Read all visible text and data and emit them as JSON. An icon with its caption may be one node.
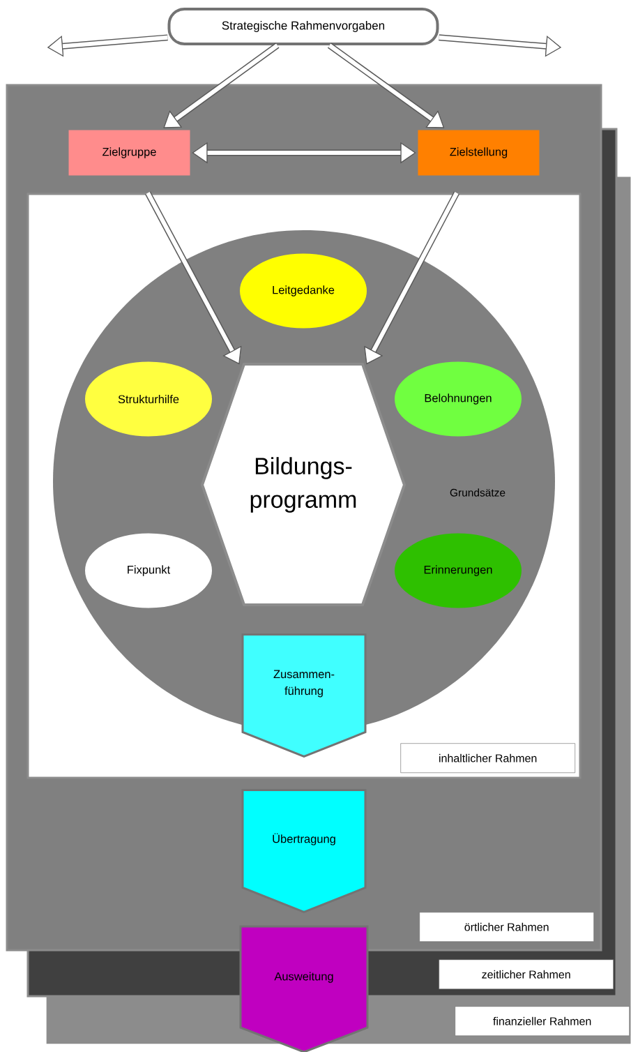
{
  "diagram": {
    "nodes": [
      {
        "text": [
          "Strategische Rahmenvorgaben"
        ]
      },
      {
        "text": [
          "finanzieller Rahmen"
        ]
      },
      {
        "text": [
          "zeitlicher Rahmen"
        ]
      },
      {
        "text": [
          "örtlicher Rahmen"
        ]
      },
      {
        "text": [
          "Zielgruppe"
        ],
        "in": 3
      },
      {
        "text": [
          "Zielstellung"
        ],
        "in": 3
      },
      {
        "text": [
          "inhaltlicher Rahmen"
        ],
        "in": 3
      },
      {
        "text": [
          "Grundsätze"
        ],
        "in": 6
      },
      {
        "text": [
          "Leitgedanke"
        ],
        "in": 7
      },
      {
        "text": [
          "Strukturhilfe"
        ],
        "in": 7
      },
      {
        "text": [
          "Belohnungen"
        ],
        "in": 7
      },
      {
        "text": [
          "Fixpunkt"
        ],
        "in": 7
      },
      {
        "text": [
          "Erinnerungen"
        ],
        "in": 7
      },
      {
        "text": [
          "Bildungs- programm"
        ],
        "in": 7
      },
      {
        "text": [
          "Zusammen- führung"
        ],
        "in": 6
      },
      {
        "text": [
          "Übertragung"
        ],
        "in": 3
      },
      {
        "text": [
          "Ausweitung"
        ]
      }
    ],
    "edges": [
      {
        "from": 0,
        "to": null,
        "arrow": "to"
      },
      {
        "from": 0,
        "to": null,
        "arrow": "to"
      },
      {
        "from": 0,
        "to": 4,
        "arrow": "to"
      },
      {
        "from": 0,
        "to": 5,
        "arrow": "to"
      },
      {
        "from": 4,
        "to": 5,
        "arrow": "both"
      },
      {
        "from": 6,
        "to": 13,
        "arrow": "to"
      },
      {
        "from": 6,
        "to": 13,
        "arrow": "to"
      }
    ]
  }
}
